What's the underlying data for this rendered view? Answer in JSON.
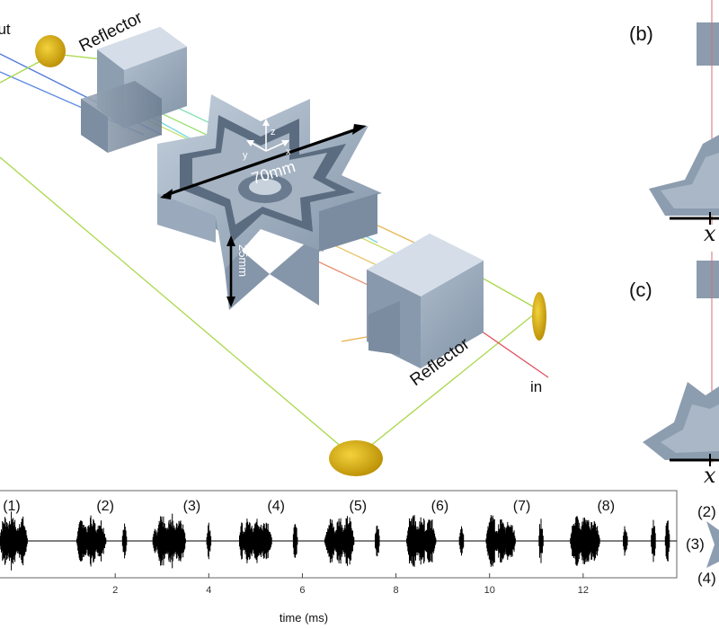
{
  "figure": {
    "main_labels": {
      "reflector_top": "Reflector",
      "reflector_bottom": "Reflector",
      "out": "out",
      "in": "in",
      "dim_width": "70mm",
      "dim_height": "25mm",
      "axis_z": "z",
      "axis_y": "y",
      "axis_x": "x"
    },
    "panel_labels": {
      "b": "(b)",
      "c": "(c)"
    },
    "side_labels": {
      "x_b": "x",
      "x_c": "x",
      "s2": "(2)",
      "s3": "(3)",
      "s4": "(4)"
    }
  },
  "chart_data": {
    "type": "line",
    "xlabel": "time (ms)",
    "xlim": [
      -0.5,
      14.0
    ],
    "xticks": [
      2,
      4,
      6,
      8,
      10,
      12
    ],
    "xtick_labels": [
      "2",
      "4",
      "6",
      "8",
      "10",
      "12"
    ],
    "pulse_labels": [
      "(1)",
      "(2)",
      "(3)",
      "(4)",
      "(5)",
      "(6)",
      "(7)",
      "(8)"
    ],
    "pulse_label_times": [
      -0.4,
      1.6,
      3.45,
      5.25,
      7.0,
      8.75,
      10.5,
      12.3
    ],
    "pulses": [
      {
        "label": "(2)",
        "times": [
          1.3,
          1.5,
          1.68,
          2.2,
          2.85,
          3.15
        ]
      },
      {
        "label": "(3)",
        "times": [
          3.0,
          3.2,
          3.38,
          4.0,
          4.7,
          5.0
        ]
      },
      {
        "label": "(4)",
        "times": [
          4.85,
          5.05,
          5.22,
          5.85,
          6.6,
          6.9
        ]
      },
      {
        "label": "(5)",
        "times": [
          6.6,
          6.8,
          6.98,
          7.6,
          8.3,
          8.6
        ]
      },
      {
        "label": "(6)",
        "times": [
          8.35,
          8.55,
          8.73,
          9.4,
          10.0,
          10.3
        ]
      },
      {
        "label": "(7)",
        "times": [
          10.05,
          10.25,
          10.43,
          11.1,
          11.8,
          12.1
        ]
      },
      {
        "label": "(8)",
        "times": [
          11.85,
          12.05,
          12.23,
          12.9,
          13.5,
          13.8
        ]
      }
    ]
  }
}
